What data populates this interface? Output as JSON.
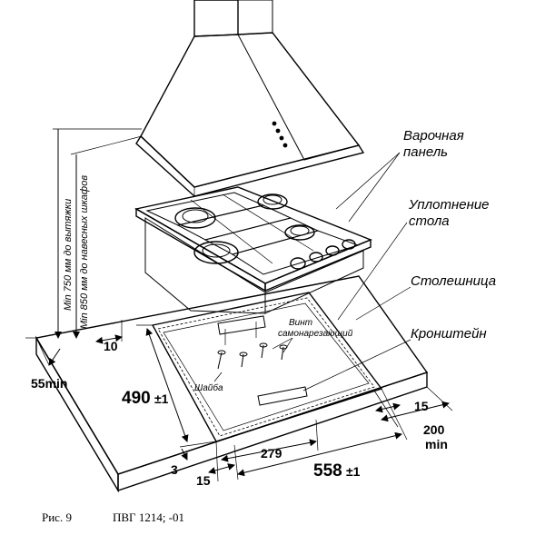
{
  "labels": {
    "hob": [
      "Варочная",
      "панель"
    ],
    "seal": [
      "Уплотнение",
      "стола"
    ],
    "countertop": "Столешница",
    "bracket": "Кронштейн",
    "screw": [
      "Винт",
      "самонарезающий"
    ],
    "washer": "Шайба",
    "vertical_hood": "Min 750 мм до вытяжки",
    "vertical_cabinets": "Min 850 мм до навесных шкафов"
  },
  "dimensions": {
    "d10": "10",
    "d55": "55min",
    "d490": "490",
    "d490_tol": "±1",
    "d3": "3",
    "d15_bottom": "15",
    "d279": "279",
    "d558": "558",
    "d558_tol": "±1",
    "d15_right": "15",
    "d200": "200",
    "d200_min": "min"
  },
  "caption": {
    "fig": "Рис. 9",
    "model": "ПВГ 1214; -01"
  }
}
